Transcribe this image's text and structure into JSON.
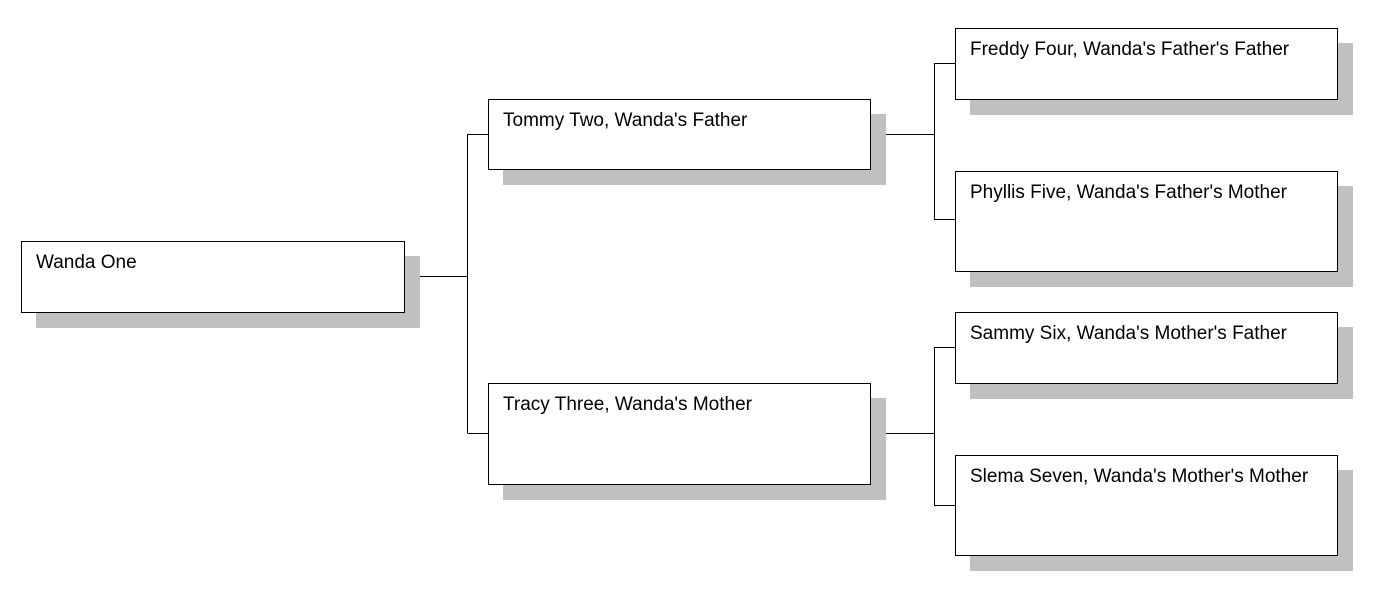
{
  "pedigree": {
    "self": {
      "name": "Wanda One"
    },
    "father": {
      "name": "Tommy Two, Wanda's Father"
    },
    "mother": {
      "name": "Tracy Three, Wanda's Mother"
    },
    "fathers_father": {
      "name": "Freddy Four, Wanda's Father's Father"
    },
    "fathers_mother": {
      "name": "Phyllis Five, Wanda's Father's Mother"
    },
    "mothers_father": {
      "name": "Sammy Six, Wanda's Mother's Father"
    },
    "mothers_mother": {
      "name": "Slema Seven, Wanda's Mother's Mother"
    }
  },
  "colors": {
    "box_border": "#000000",
    "box_fill": "#ffffff",
    "shadow": "#c0c0c0",
    "connector": "#000000"
  }
}
